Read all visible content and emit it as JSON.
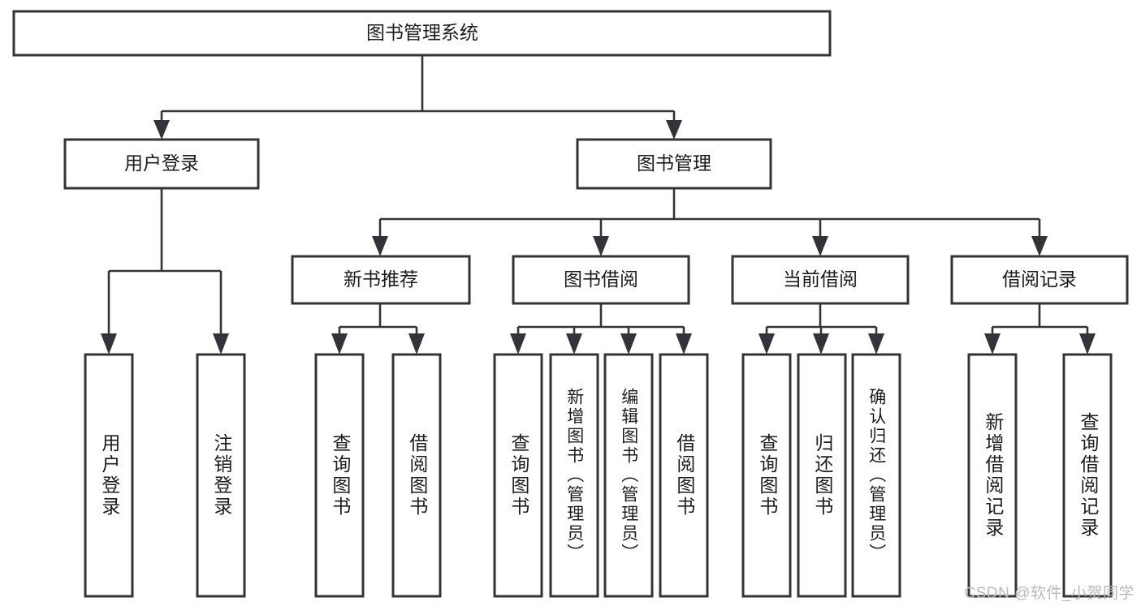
{
  "diagram": {
    "type": "tree",
    "title": "图书管理系统",
    "watermark": "CSDN @软件_小贺同学",
    "colors": {
      "box_stroke": "#33333a",
      "box_fill": "#ffffff",
      "text": "#1c1c1c",
      "connector": "#33333a",
      "background": "#ffffff",
      "watermark": "#b9b9bd"
    },
    "levels": {
      "root": "图书管理系统",
      "level2": [
        "用户登录",
        "图书管理"
      ],
      "level3": [
        "新书推荐",
        "图书借阅",
        "当前借阅",
        "借阅记录"
      ]
    },
    "nodes": {
      "root": {
        "label": "图书管理系统"
      },
      "user_login": {
        "label": "用户登录"
      },
      "book_manage": {
        "label": "图书管理"
      },
      "new_book_rec": {
        "label": "新书推荐"
      },
      "book_borrow": {
        "label": "图书借阅"
      },
      "current_borrow": {
        "label": "当前借阅"
      },
      "borrow_record": {
        "label": "借阅记录"
      }
    },
    "leaves": {
      "user_login": [
        {
          "label": "用户登录"
        },
        {
          "label": "注销登录"
        }
      ],
      "new_book_rec": [
        {
          "label": "查询图书"
        },
        {
          "label": "借阅图书"
        }
      ],
      "book_borrow": [
        {
          "label": "查询图书"
        },
        {
          "label": "新增图书（管理员）"
        },
        {
          "label": "编辑图书（管理员）"
        },
        {
          "label": "借阅图书"
        }
      ],
      "current_borrow": [
        {
          "label": "查询图书"
        },
        {
          "label": "归还图书"
        },
        {
          "label": "确认归还（管理员）"
        }
      ],
      "borrow_record": [
        {
          "label": "新增借阅记录"
        },
        {
          "label": "查询借阅记录"
        }
      ]
    }
  }
}
